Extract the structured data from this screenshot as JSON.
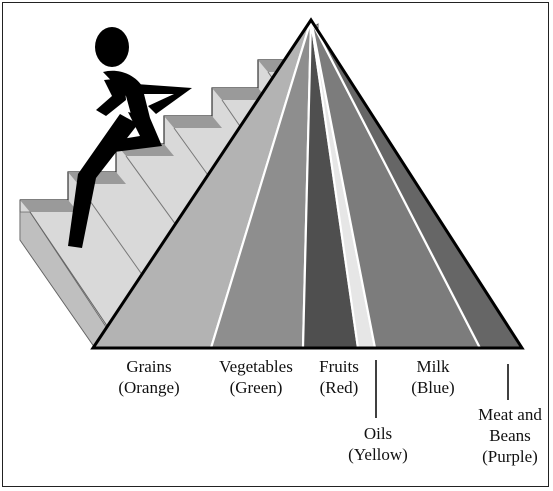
{
  "labels": {
    "grains": {
      "name": "Grains",
      "color": "(Orange)"
    },
    "vegetables": {
      "name": "Vegetables",
      "color": "(Green)"
    },
    "fruits": {
      "name": "Fruits",
      "color": "(Red)"
    },
    "milk": {
      "name": "Milk",
      "color": "(Blue)"
    },
    "oils": {
      "name": "Oils",
      "color": "(Yellow)"
    },
    "meat": {
      "name": "Meat and",
      "name2": "Beans",
      "color": "(Purple)"
    }
  },
  "band_colors": {
    "grains": "#b3b3b3",
    "vegetables": "#8e8e8e",
    "fruits": "#4f4f4f",
    "oils": "#e6e6e6",
    "milk": "#7c7c7c",
    "meat": "#666666"
  }
}
